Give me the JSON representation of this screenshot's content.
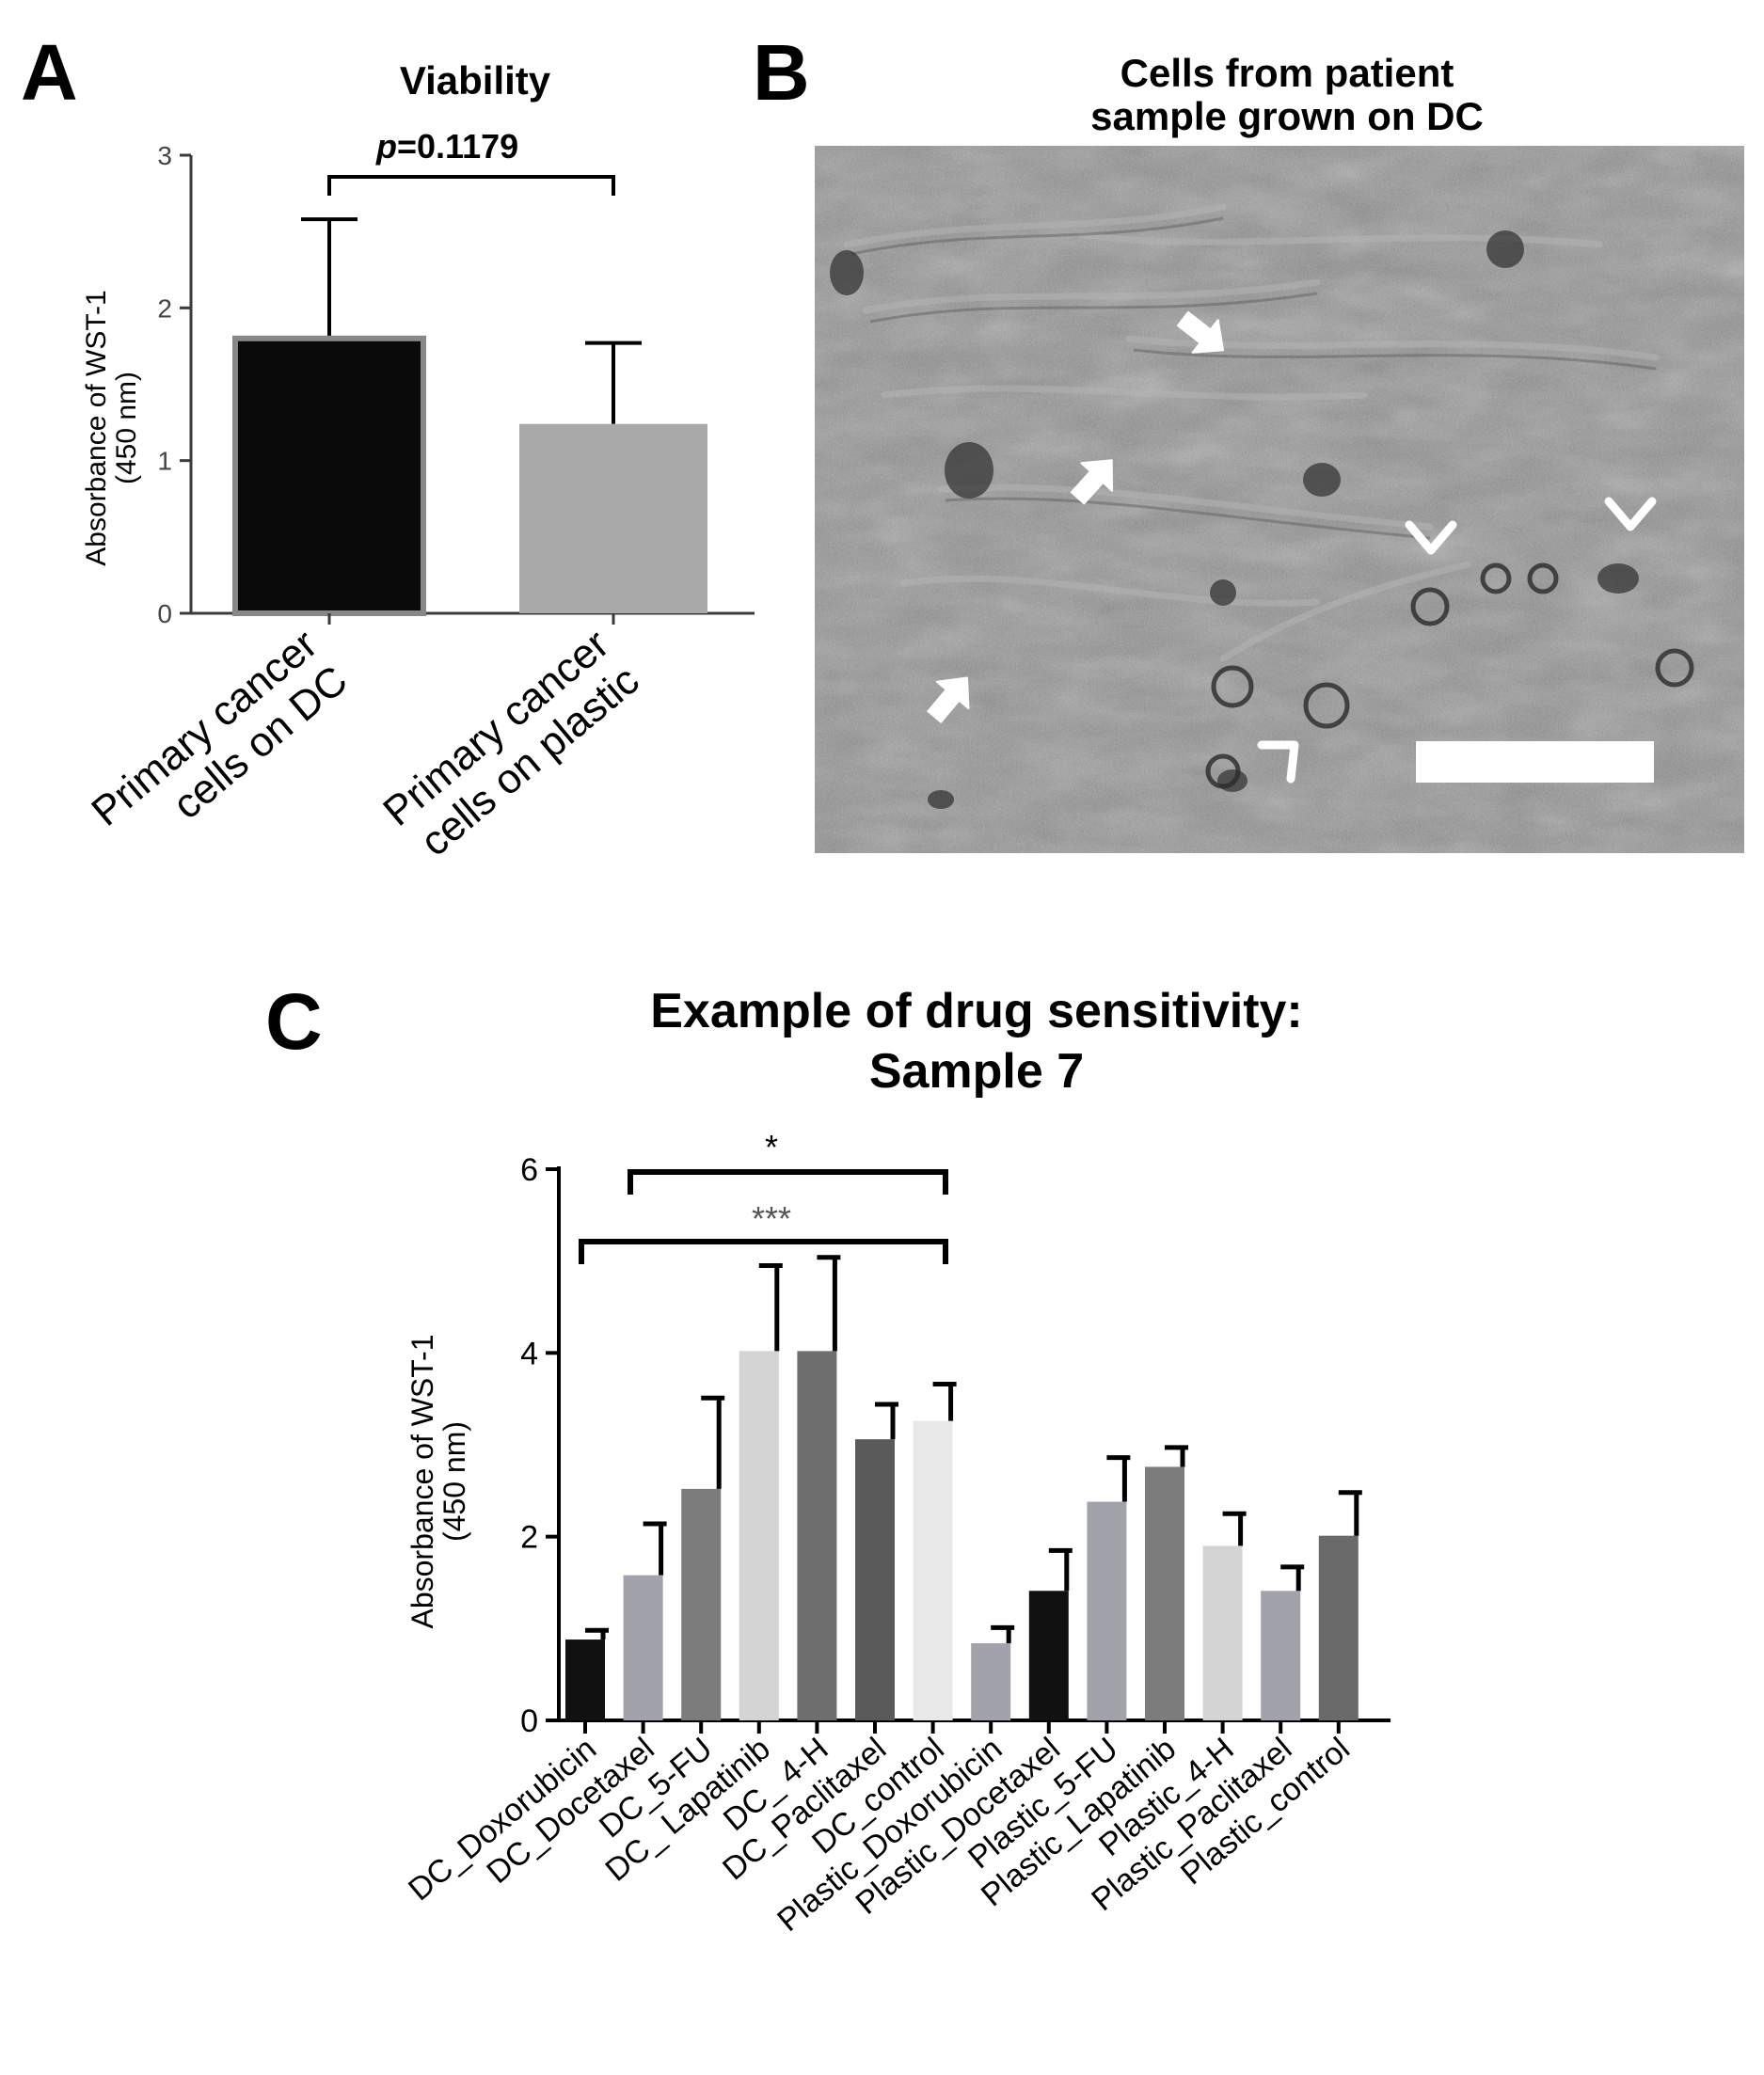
{
  "panel_a": {
    "letter": "A",
    "title": "Viability",
    "p_label": "p",
    "p_value": "=0.1179",
    "ylabel_line1": "Absorbance of WST-1",
    "ylabel_line2": "(450  nm)",
    "y_ticks": [
      "0",
      "1",
      "2",
      "3"
    ],
    "category_lines": [
      [
        "Primary cancer",
        "cells on DC"
      ],
      [
        "Primary cancer",
        "cells on plastic"
      ]
    ]
  },
  "panel_b": {
    "letter": "B",
    "title_line1": "Cells from patient",
    "title_line2": "sample grown on DC"
  },
  "panel_c": {
    "letter": "C",
    "title_line1": "Example of drug sensitivity:",
    "title_line2": "Sample 7",
    "ylabel_line1": "Absorbance of WST-1",
    "ylabel_line2": "(450  nm)",
    "y_ticks": [
      "0",
      "2",
      "4",
      "6"
    ],
    "sig_labels": [
      "*",
      "***"
    ]
  },
  "chart_data": [
    {
      "type": "bar",
      "panel": "A",
      "title": "Viability",
      "categories": [
        "Primary cancer cells on DC",
        "Primary cancer cells on plastic"
      ],
      "values": [
        1.8,
        1.24
      ],
      "errors": [
        0.78,
        0.53
      ],
      "colors": [
        "#0a0a0a",
        "#a9a9a9"
      ],
      "ylabel": "Absorbance of WST-1 (450  nm)",
      "ylim": [
        0,
        3
      ],
      "annotation": "p =0.1179",
      "grid": false
    },
    {
      "type": "bar",
      "panel": "C",
      "title": "Example of drug sensitivity: Sample 7",
      "categories": [
        "DC_Doxorubicin",
        "DC_Docetaxel",
        "DC_5-FU",
        "DC_ Lapatinib",
        "DC_ 4-H",
        "DC_Paclitaxel",
        "DC_control",
        "Plastic_Doxorubicin",
        "Plastic_Docetaxel",
        "Plastic_5-FU",
        "Plastic_Lapatinib",
        "Plastic_4-H",
        "Plastic_Paclitaxel",
        "Plastic_control"
      ],
      "values": [
        0.88,
        1.58,
        2.52,
        4.02,
        4.02,
        3.06,
        3.26,
        0.84,
        1.41,
        2.38,
        2.76,
        1.9,
        1.41,
        2.01
      ],
      "errors": [
        0.1,
        0.56,
        0.99,
        0.93,
        1.02,
        0.38,
        0.4,
        0.17,
        0.44,
        0.48,
        0.21,
        0.35,
        0.26,
        0.47
      ],
      "colors": [
        "#111111",
        "#a2a2aa",
        "#7c7c7c",
        "#d4d4d4",
        "#6e6e6e",
        "#5a5a5a",
        "#e8e8e8",
        "#a2a2aa",
        "#111111",
        "#a2a2aa",
        "#7c7c7c",
        "#d4d4d4",
        "#a2a2aa",
        "#6a6a6a"
      ],
      "ylabel": "Absorbance of WST-1 (450  nm)",
      "ylim": [
        0,
        6
      ],
      "significance": [
        {
          "from": "DC_Docetaxel",
          "to": "DC_control",
          "label": "*"
        },
        {
          "from": "DC_Doxorubicin",
          "to": "DC_control",
          "label": "***"
        }
      ],
      "grid": false
    }
  ]
}
